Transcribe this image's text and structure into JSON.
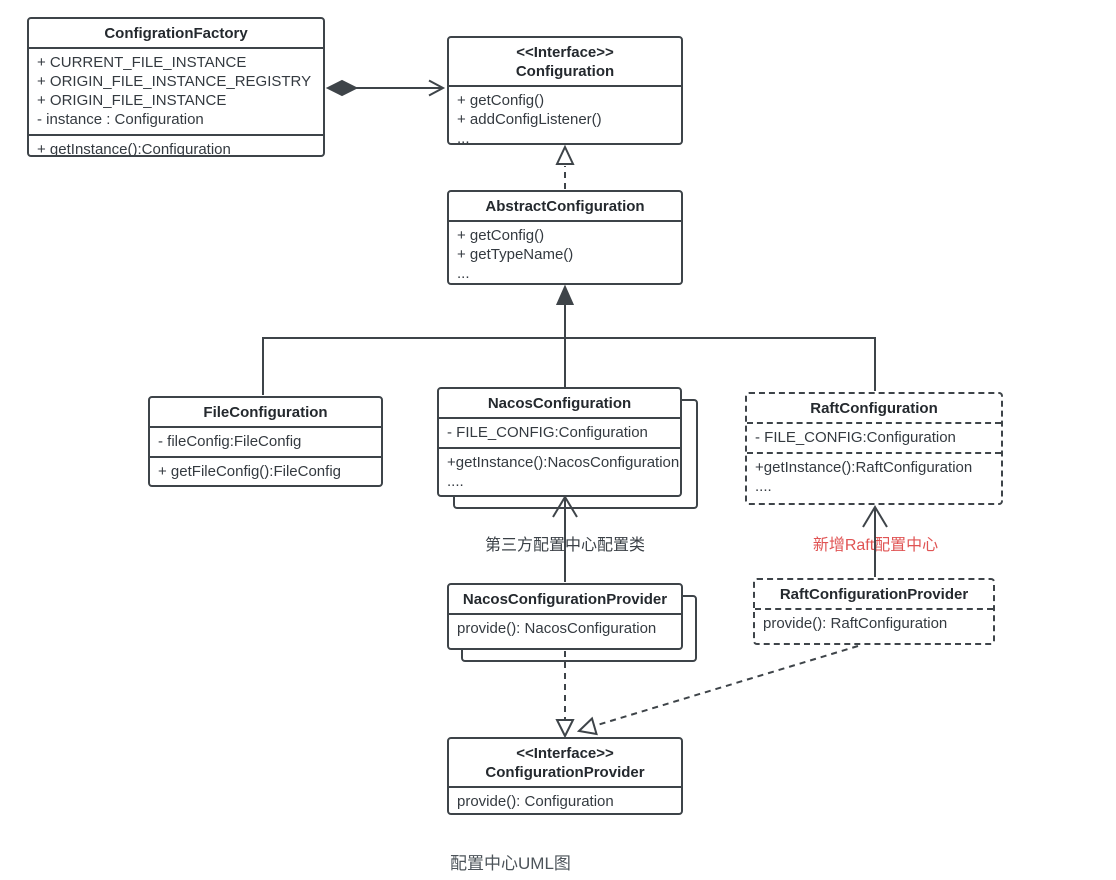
{
  "diagram": {
    "caption": "配置中心UML图",
    "annotations": {
      "third_party": "第三方配置中心配置类",
      "raft_new": "新增Raft配置中心"
    },
    "colors": {
      "stroke": "#3e4449",
      "text": "#343a40",
      "annotation_red": "#e05454"
    },
    "classes": {
      "factory": {
        "name": "ConfigrationFactory",
        "attributes": [
          "+ CURRENT_FILE_INSTANCE",
          "+ ORIGIN_FILE_INSTANCE_REGISTRY",
          "+ ORIGIN_FILE_INSTANCE",
          "- instance : Configuration"
        ],
        "methods": [
          "+ getInstance():Configuration"
        ]
      },
      "configuration": {
        "stereotype": "<<Interface>>",
        "name": "Configuration",
        "methods": [
          "+ getConfig()",
          "+ addConfigListener()",
          "..."
        ]
      },
      "abstract_configuration": {
        "name": "AbstractConfiguration",
        "methods": [
          "+ getConfig()",
          "+ getTypeName()",
          "..."
        ]
      },
      "file_configuration": {
        "name": "FileConfiguration",
        "attributes": [
          "- fileConfig:FileConfig"
        ],
        "methods": [
          "+ getFileConfig():FileConfig"
        ]
      },
      "nacos_configuration": {
        "name": "NacosConfiguration",
        "attributes": [
          "- FILE_CONFIG:Configuration"
        ],
        "methods": [
          "+getInstance():NacosConfiguration",
          "...."
        ]
      },
      "raft_configuration": {
        "name": "RaftConfiguration",
        "attributes": [
          "- FILE_CONFIG:Configuration"
        ],
        "methods": [
          "+getInstance():RaftConfiguration",
          "...."
        ]
      },
      "nacos_provider": {
        "name": "NacosConfigurationProvider",
        "methods": [
          "provide(): NacosConfiguration"
        ]
      },
      "raft_provider": {
        "name": "RaftConfigurationProvider",
        "methods": [
          "provide(): RaftConfiguration"
        ]
      },
      "configuration_provider": {
        "stereotype": "<<Interface>>",
        "name": "ConfigurationProvider",
        "methods": [
          "provide(): Configuration"
        ]
      }
    }
  }
}
